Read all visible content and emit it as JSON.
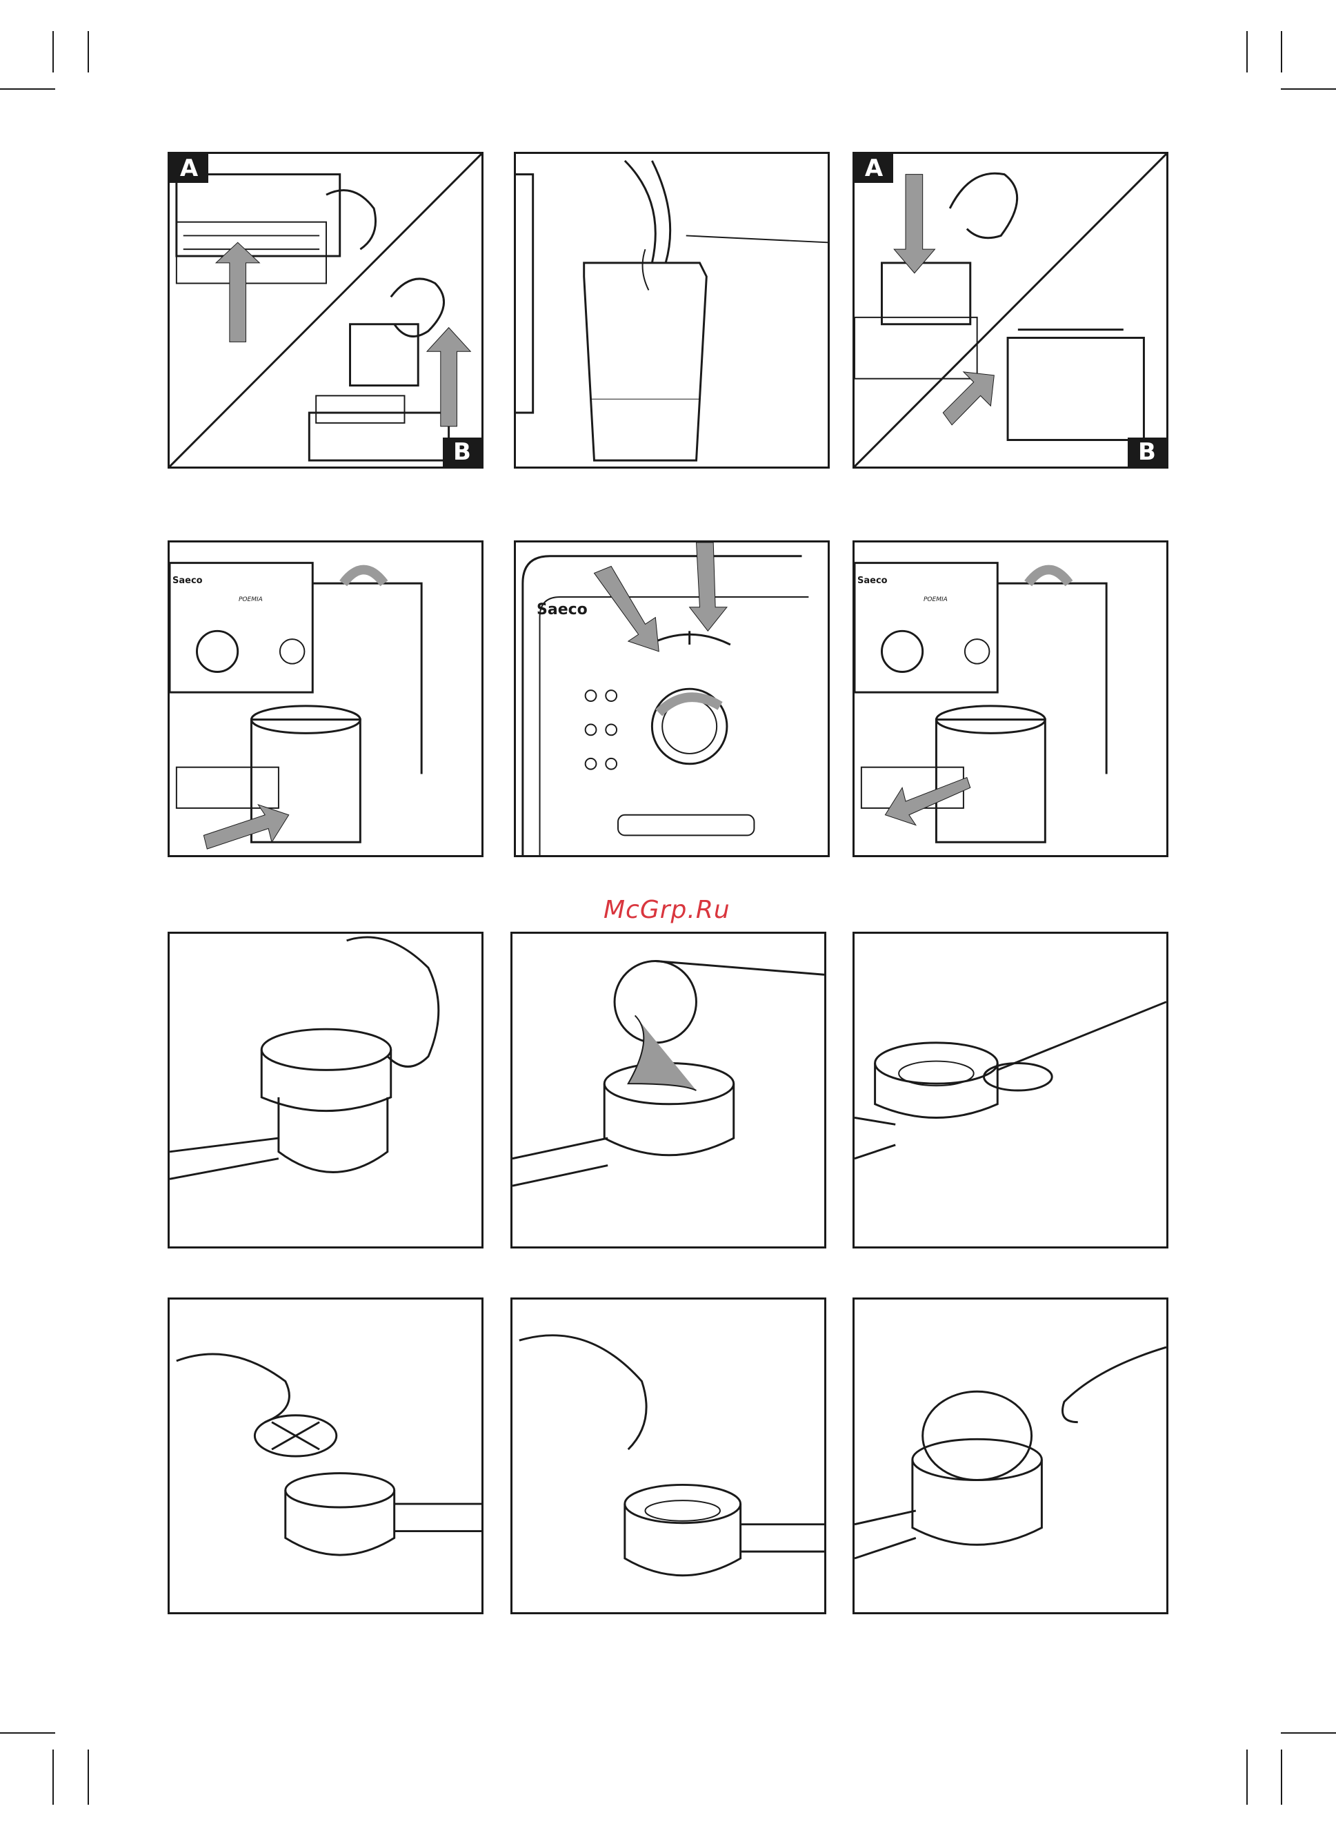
{
  "labels": {
    "step_a": "A",
    "step_b": "B",
    "brand": "Saeco",
    "model": "POEMIA"
  },
  "watermark": "McGrp.Ru",
  "colors": {
    "ink": "#1a1a1a",
    "arrow_gray": "#9a9a9a",
    "watermark_red": "#d9363e"
  },
  "icons": {
    "arrow": "gray-direction-arrow",
    "hand": "hand-illustration",
    "knob": "rotary-selector-knob"
  }
}
